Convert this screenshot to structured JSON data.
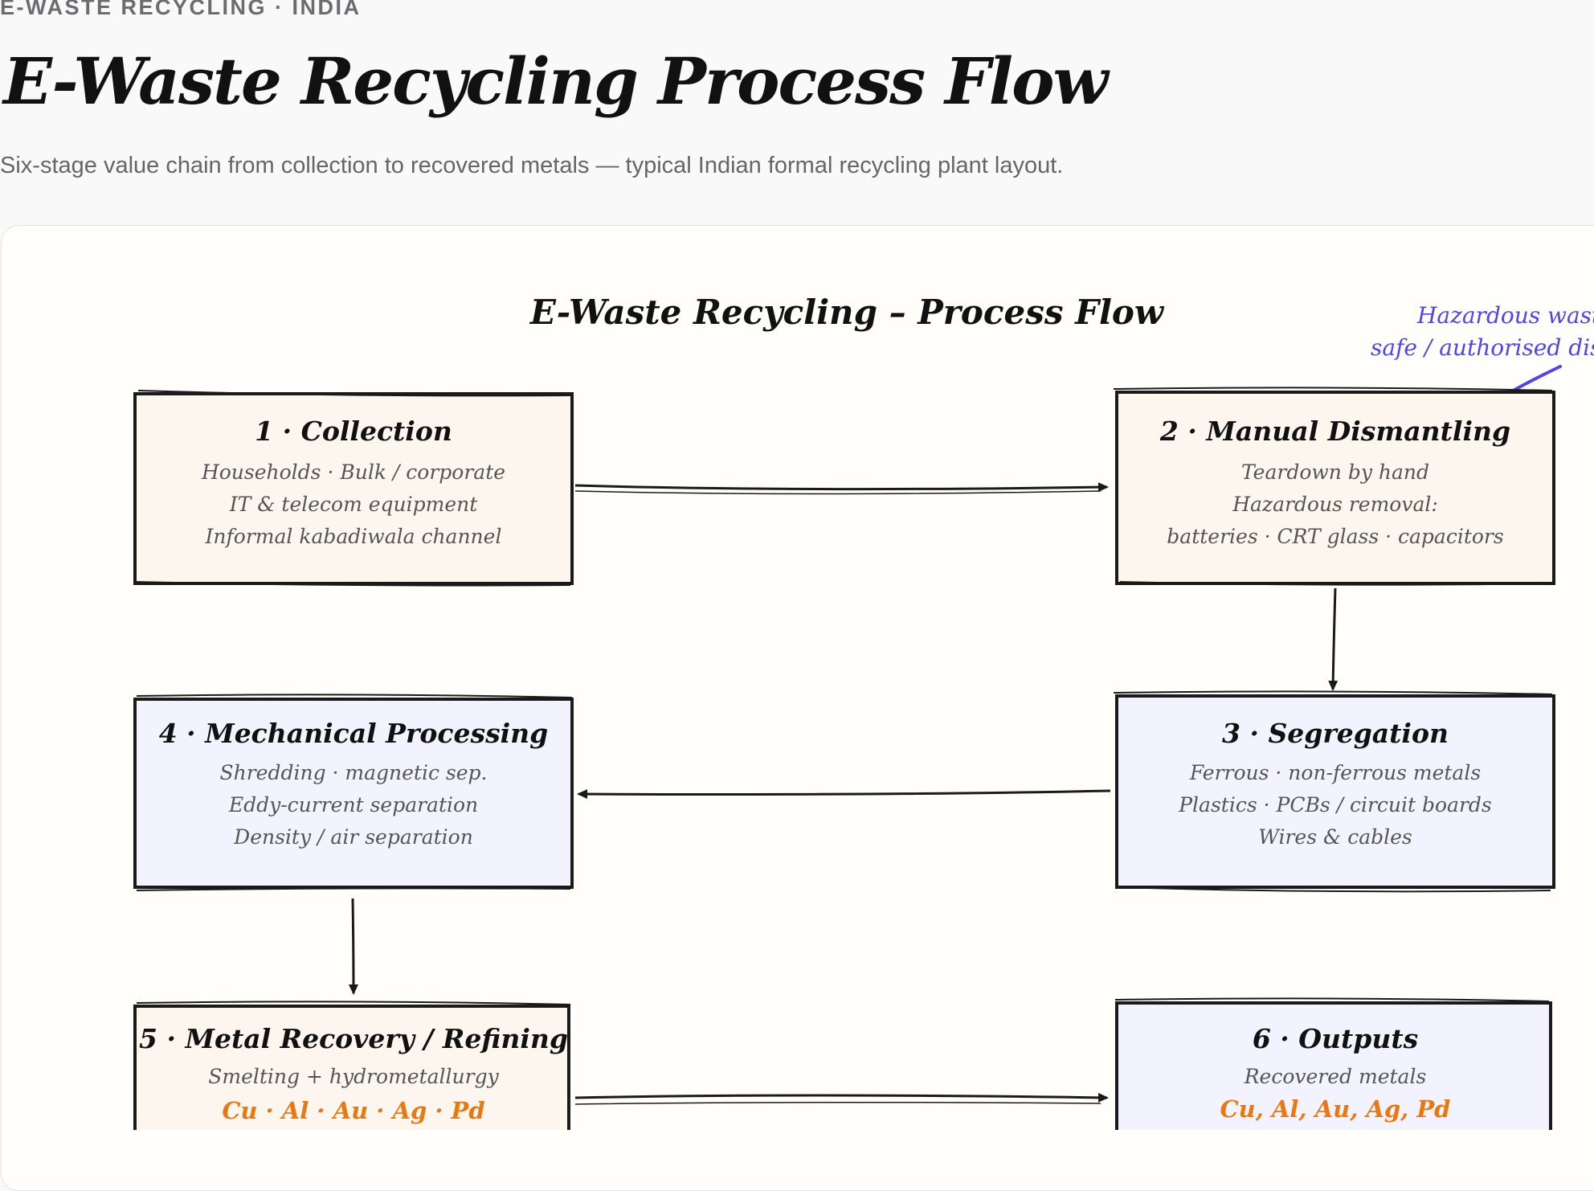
{
  "header": {
    "eyebrow": "E-WASTE RECYCLING · INDIA",
    "title": "E-Waste Recycling Process Flow",
    "subtitle": "Six-stage value chain from collection to recovered metals — typical Indian formal recycling plant layout."
  },
  "diagram": {
    "title": "E-Waste Recycling – Process Flow",
    "annotation": {
      "line1": "Hazardous waste —",
      "line2": "safe / authorised disposal"
    },
    "colors": {
      "warm_fill": "#fdf6ee",
      "cool_fill": "#f3f3ff",
      "stroke": "#1a1a1a",
      "body_text": "#555555",
      "highlight": "#e8780f",
      "annotation": "#4f46e5"
    },
    "stages": [
      {
        "title": "1 · Collection",
        "lines": [
          "Households · Bulk / corporate",
          "IT & telecom equipment",
          "Informal kabadiwala channel"
        ],
        "highlight": ""
      },
      {
        "title": "2 · Manual Dismantling",
        "lines": [
          "Teardown by hand",
          "Hazardous removal:",
          "batteries · CRT glass · capacitors"
        ],
        "highlight": ""
      },
      {
        "title": "3 · Segregation",
        "lines": [
          "Ferrous · non-ferrous metals",
          "Plastics · PCBs / circuit boards",
          "Wires & cables"
        ],
        "highlight": ""
      },
      {
        "title": "4 · Mechanical Processing",
        "lines": [
          "Shredding · magnetic sep.",
          "Eddy-current separation",
          "Density / air separation"
        ],
        "highlight": ""
      },
      {
        "title": "5 · Metal Recovery / Refining",
        "lines": [
          "Smelting + hydrometallurgy"
        ],
        "highlight": "Cu · Al · Au · Ag · Pd"
      },
      {
        "title": "6 · Outputs",
        "lines": [
          "Recovered metals"
        ],
        "highlight": "Cu, Al, Au, Ag, Pd"
      }
    ]
  }
}
